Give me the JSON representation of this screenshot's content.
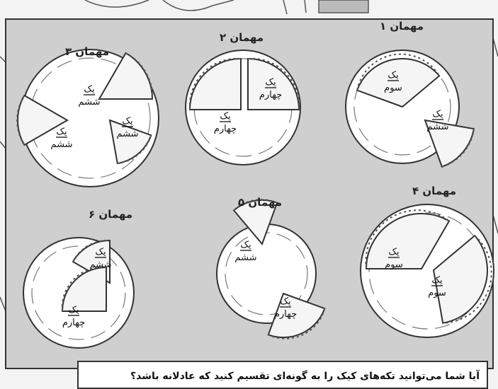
{
  "guests": [
    {
      "label": "مهمان ۱",
      "plate": [
        {
          "frac": "یک\nسوم",
          "shape": "third"
        },
        {
          "frac": "یک\nششم",
          "shape": "sixth"
        }
      ]
    },
    {
      "label": "مهمان ۲",
      "plate": [
        {
          "frac": "یک\nچهارم",
          "shape": "quarter"
        },
        {
          "frac": "یک\nچهارم",
          "shape": "quarter"
        }
      ]
    },
    {
      "label": "مهمان ۳",
      "plate": [
        {
          "frac": "یک\nششم",
          "shape": "sixth"
        },
        {
          "frac": "یک\nششم",
          "shape": "sixth"
        },
        {
          "frac": "یک\nششم",
          "shape": "sixth"
        }
      ]
    },
    {
      "label": "مهمان ۴",
      "plate": [
        {
          "frac": "یک\nسوم",
          "shape": "third"
        },
        {
          "frac": "یک\nسوم",
          "shape": "third"
        }
      ]
    },
    {
      "label": "مهمان ۵",
      "plate": [
        {
          "frac": "یک\nششم",
          "shape": "sixth"
        },
        {
          "frac": "یک\nچهارم",
          "shape": "quarter"
        }
      ]
    },
    {
      "label": "مهمان ۶",
      "plate": [
        {
          "frac": "یک\nششم",
          "shape": "sixth"
        },
        {
          "frac": "یک\nچهارم",
          "shape": "quarter"
        }
      ]
    }
  ],
  "caption": "آیا شما می‌توانید تکه‌های کیک را به گونه‌ای تقسیم کنید که عادلانه باشد؟",
  "colors": {
    "panel": "#cfcfcf",
    "plate": "#ffffff",
    "cake": "#f5f5f5",
    "stroke": "#333333"
  }
}
